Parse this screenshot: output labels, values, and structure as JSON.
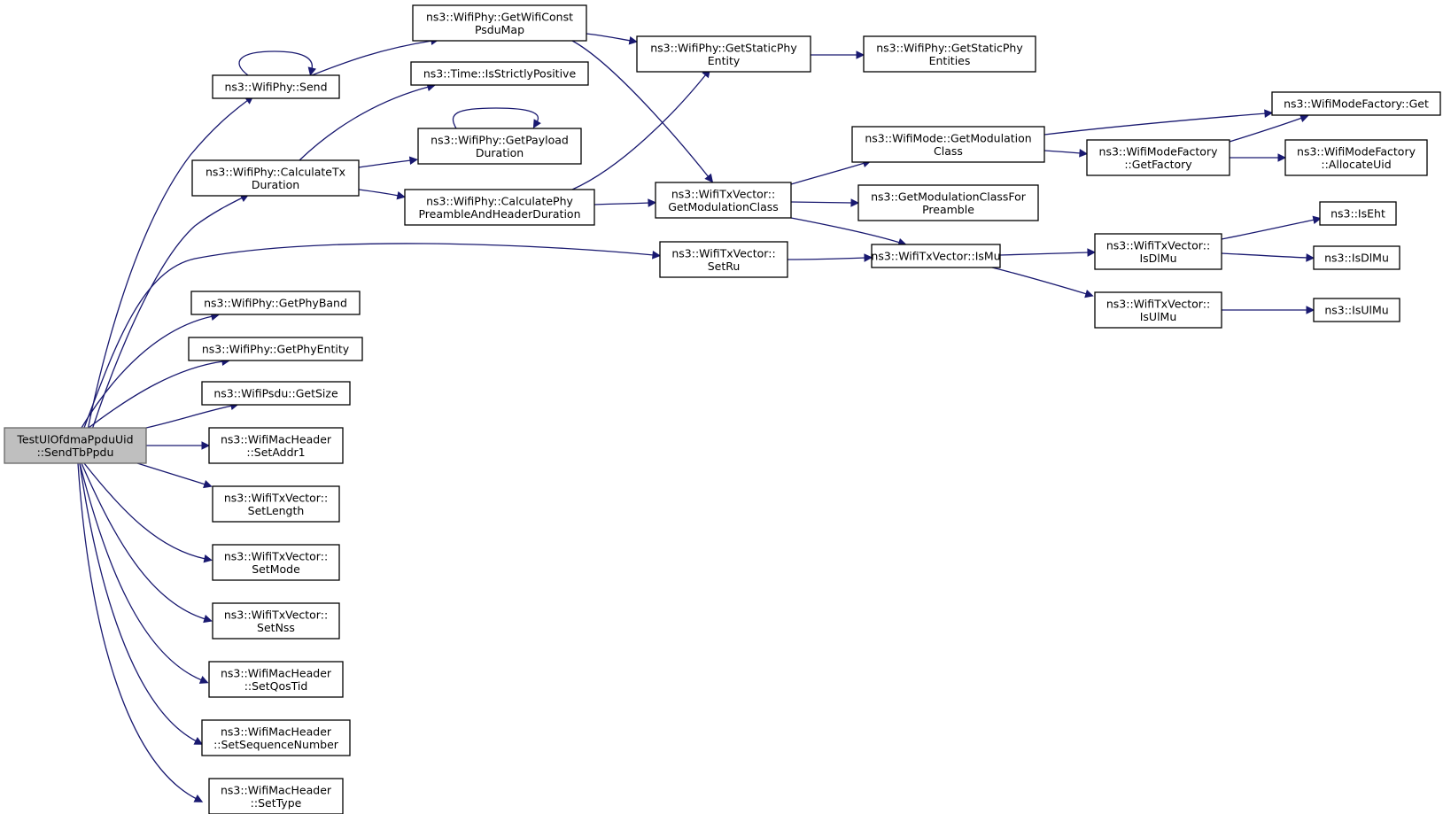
{
  "diagram": {
    "edge_color": "#191970",
    "root_fill": "#bfbfbf",
    "nodes": [
      {
        "id": "root",
        "lines": [
          "TestUlOfdmaPpduUid",
          "::SendTbPpdu"
        ]
      },
      {
        "id": "send",
        "lines": [
          "ns3::WifiPhy::Send"
        ]
      },
      {
        "id": "calcTx",
        "lines": [
          "ns3::WifiPhy::CalculateTx",
          "Duration"
        ]
      },
      {
        "id": "setRu",
        "lines": [
          "ns3::WifiTxVector::",
          "SetRu"
        ]
      },
      {
        "id": "getPhyBand",
        "lines": [
          "ns3::WifiPhy::GetPhyBand"
        ]
      },
      {
        "id": "getPhyEntity",
        "lines": [
          "ns3::WifiPhy::GetPhyEntity"
        ]
      },
      {
        "id": "getSize",
        "lines": [
          "ns3::WifiPsdu::GetSize"
        ]
      },
      {
        "id": "setAddr1",
        "lines": [
          "ns3::WifiMacHeader",
          "::SetAddr1"
        ]
      },
      {
        "id": "setLength",
        "lines": [
          "ns3::WifiTxVector::",
          "SetLength"
        ]
      },
      {
        "id": "setMode",
        "lines": [
          "ns3::WifiTxVector::",
          "SetMode"
        ]
      },
      {
        "id": "setNss",
        "lines": [
          "ns3::WifiTxVector::",
          "SetNss"
        ]
      },
      {
        "id": "setQosTid",
        "lines": [
          "ns3::WifiMacHeader",
          "::SetQosTid"
        ]
      },
      {
        "id": "setSeq",
        "lines": [
          "ns3::WifiMacHeader",
          "::SetSequenceNumber"
        ]
      },
      {
        "id": "setType",
        "lines": [
          "ns3::WifiMacHeader",
          "::SetType"
        ]
      },
      {
        "id": "getWifiConst",
        "lines": [
          "ns3::WifiPhy::GetWifiConst",
          "PsduMap"
        ]
      },
      {
        "id": "isStrictly",
        "lines": [
          "ns3::Time::IsStrictlyPositive"
        ]
      },
      {
        "id": "getPayload",
        "lines": [
          "ns3::WifiPhy::GetPayload",
          "Duration"
        ]
      },
      {
        "id": "calcPhy",
        "lines": [
          "ns3::WifiPhy::CalculatePhy",
          "PreambleAndHeaderDuration"
        ]
      },
      {
        "id": "getStaticEntity",
        "lines": [
          "ns3::WifiPhy::GetStaticPhy",
          "Entity"
        ]
      },
      {
        "id": "getModClass",
        "lines": [
          "ns3::WifiTxVector::",
          "GetModulationClass"
        ]
      },
      {
        "id": "isMu",
        "lines": [
          "ns3::WifiTxVector::IsMu"
        ]
      },
      {
        "id": "getStaticEntities",
        "lines": [
          "ns3::WifiPhy::GetStaticPhy",
          "Entities"
        ]
      },
      {
        "id": "modeGetModClass",
        "lines": [
          "ns3::WifiMode::GetModulation",
          "Class"
        ]
      },
      {
        "id": "getModClassPre",
        "lines": [
          "ns3::GetModulationClassFor",
          "Preamble"
        ]
      },
      {
        "id": "isDlMu",
        "lines": [
          "ns3::WifiTxVector::",
          "IsDlMu"
        ]
      },
      {
        "id": "isUlMu",
        "lines": [
          "ns3::WifiTxVector::",
          "IsUlMu"
        ]
      },
      {
        "id": "factGet",
        "lines": [
          "ns3::WifiModeFactory::Get"
        ]
      },
      {
        "id": "getFactory",
        "lines": [
          "ns3::WifiModeFactory",
          "::GetFactory"
        ]
      },
      {
        "id": "allocUid",
        "lines": [
          "ns3::WifiModeFactory",
          "::AllocateUid"
        ]
      },
      {
        "id": "isEht",
        "lines": [
          "ns3::IsEht"
        ]
      },
      {
        "id": "isDlMuF",
        "lines": [
          "ns3::IsDlMu"
        ]
      },
      {
        "id": "isUlMuF",
        "lines": [
          "ns3::IsUlMu"
        ]
      }
    ],
    "edges": [
      [
        "root",
        "send"
      ],
      [
        "root",
        "calcTx"
      ],
      [
        "root",
        "setRu"
      ],
      [
        "root",
        "getPhyBand"
      ],
      [
        "root",
        "getPhyEntity"
      ],
      [
        "root",
        "getSize"
      ],
      [
        "root",
        "setAddr1"
      ],
      [
        "root",
        "setLength"
      ],
      [
        "root",
        "setMode"
      ],
      [
        "root",
        "setNss"
      ],
      [
        "root",
        "setQosTid"
      ],
      [
        "root",
        "setSeq"
      ],
      [
        "root",
        "setType"
      ],
      [
        "send",
        "send"
      ],
      [
        "send",
        "getWifiConst"
      ],
      [
        "calcTx",
        "isStrictly"
      ],
      [
        "calcTx",
        "getPayload"
      ],
      [
        "calcTx",
        "calcPhy"
      ],
      [
        "getPayload",
        "getPayload"
      ],
      [
        "getWifiConst",
        "getStaticEntity"
      ],
      [
        "getWifiConst",
        "getModClass"
      ],
      [
        "calcPhy",
        "getStaticEntity"
      ],
      [
        "calcPhy",
        "getModClass"
      ],
      [
        "getStaticEntity",
        "getStaticEntities"
      ],
      [
        "getModClass",
        "modeGetModClass"
      ],
      [
        "getModClass",
        "getModClassPre"
      ],
      [
        "getModClass",
        "isMu"
      ],
      [
        "setRu",
        "isMu"
      ],
      [
        "isMu",
        "isDlMu"
      ],
      [
        "isMu",
        "isUlMu"
      ],
      [
        "modeGetModClass",
        "factGet"
      ],
      [
        "modeGetModClass",
        "getFactory"
      ],
      [
        "getFactory",
        "factGet"
      ],
      [
        "getFactory",
        "allocUid"
      ],
      [
        "isDlMu",
        "isEht"
      ],
      [
        "isDlMu",
        "isDlMuF"
      ],
      [
        "isUlMu",
        "isUlMuF"
      ]
    ]
  }
}
